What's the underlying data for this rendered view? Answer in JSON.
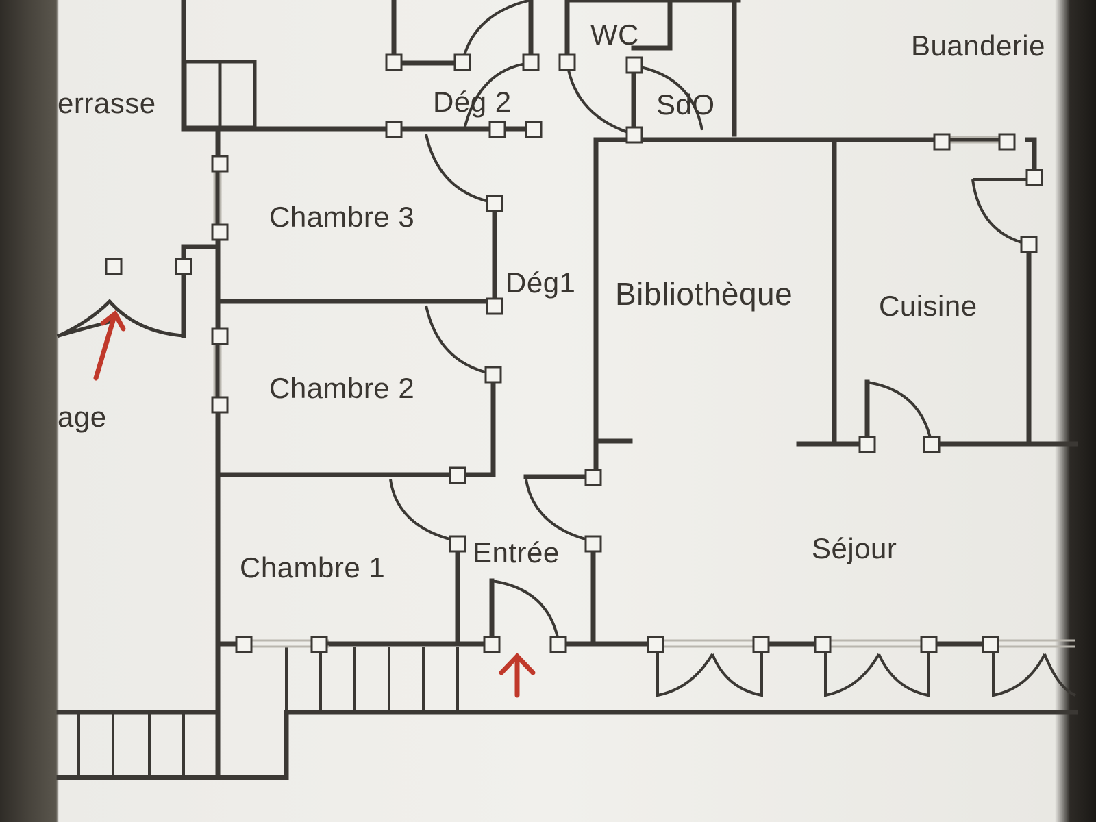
{
  "plan": {
    "rooms": [
      {
        "id": "terrasse",
        "label": "errasse"
      },
      {
        "id": "garage",
        "label": "age"
      },
      {
        "id": "chambre3",
        "label": "Chambre 3"
      },
      {
        "id": "chambre2",
        "label": "Chambre 2"
      },
      {
        "id": "chambre1",
        "label": "Chambre 1"
      },
      {
        "id": "deg2",
        "label": "Dég 2"
      },
      {
        "id": "deg1",
        "label": "Dég1"
      },
      {
        "id": "wc",
        "label": "WC"
      },
      {
        "id": "sdo",
        "label": "SdO"
      },
      {
        "id": "buanderie",
        "label": "Buanderie"
      },
      {
        "id": "bibliotheque",
        "label": "Bibliothèque"
      },
      {
        "id": "cuisine",
        "label": "Cuisine"
      },
      {
        "id": "entree",
        "label": "Entrée"
      },
      {
        "id": "sejour",
        "label": "Séjour"
      }
    ],
    "colors": {
      "wall": "#3b3834",
      "handle_fill": "#f4f3ef",
      "arrow": "#c0392b",
      "window": "#b9b6ae"
    },
    "markers": [
      "entry-arrow-icon",
      "garage-arrow-icon"
    ]
  }
}
